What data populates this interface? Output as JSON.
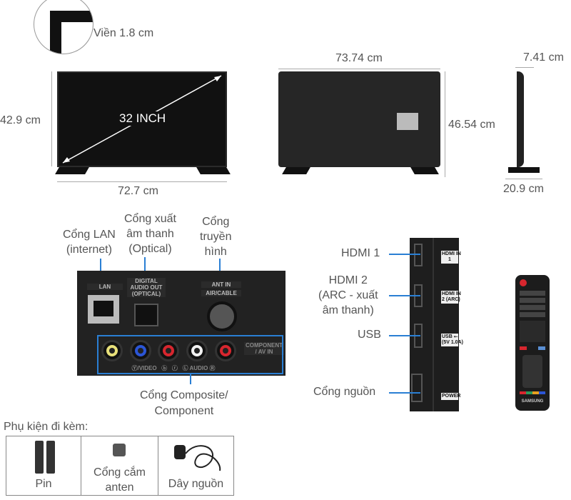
{
  "front": {
    "bezel_label": "Viền 1.8 cm",
    "height_label": "42.9 cm",
    "width_label": "72.7 cm",
    "diagonal_label": "32 INCH"
  },
  "back": {
    "width_label": "73.74 cm",
    "height_label": "46.54 cm"
  },
  "side": {
    "depth_label": "7.41 cm",
    "stand_depth_label": "20.9 cm"
  },
  "rear_ports": {
    "callouts": {
      "lan": "Cổng LAN\n(internet)",
      "optical": "Cổng xuất\nâm thanh\n(Optical)",
      "antenna": "Cổng\ntruyền\nhình",
      "component": "Cổng Composite/\nComponent"
    },
    "panel_text": {
      "lan": "LAN",
      "optical": "DIGITAL\nAUDIO OUT\n(OPTICAL)",
      "ant1": "ANT IN",
      "ant2": "AIR/CABLE",
      "component": "COMPONENT\n/ AV IN",
      "bottom": "Ⓨ/VIDEO   ⓑ   ⓡ   Ⓛ AUDIO Ⓡ"
    },
    "rca_colors": [
      "#e8e07a",
      "#2b55d6",
      "#d7262e",
      "#f2f2f2",
      "#d7262e"
    ]
  },
  "side_ports": {
    "callouts": [
      "HDMI 1",
      "HDMI 2\n(ARC - xuất\nâm thanh)",
      "USB",
      "Cổng nguồn"
    ],
    "tags": [
      "HDMI IN\n1",
      "HDMI IN\n2 (ARC)",
      "USB ⭠\n(5V 1.0A)",
      "POWER"
    ]
  },
  "remote": {
    "brand": "SAMSUNG"
  },
  "accessories": {
    "title": "Phụ kiện đi kèm:",
    "items": [
      "Pin",
      "Cổng cắm\nanten",
      "Dây nguồn"
    ]
  },
  "colors": {
    "callout_line": "#2a7fd4",
    "dimension_line": "#aaaaaa"
  }
}
